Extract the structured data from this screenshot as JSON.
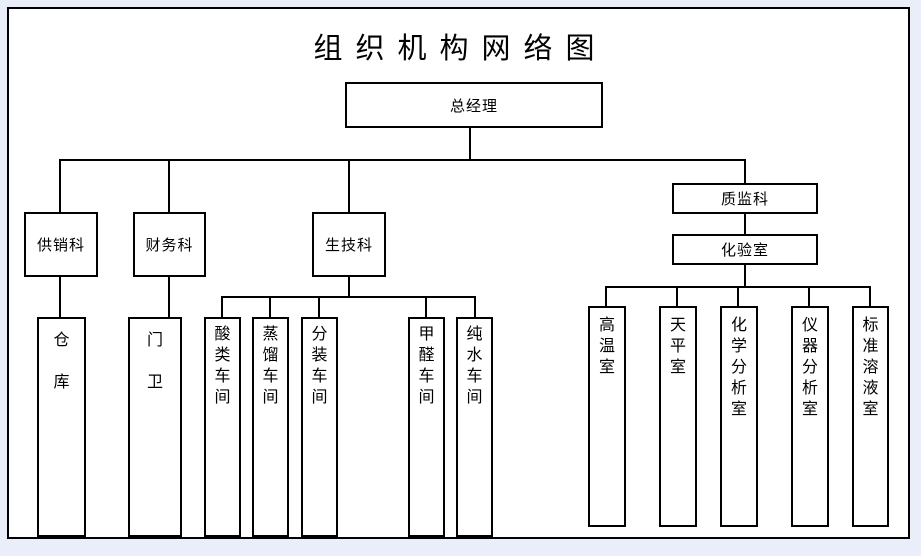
{
  "title": "组织机构网络图",
  "colors": {
    "page_background": "#e9eef8",
    "diagram_background": "#ffffff",
    "line_color": "#000000"
  },
  "nodes": {
    "ceo": {
      "label": "总经理"
    },
    "supply_dept": {
      "label": "供销科"
    },
    "finance_dept": {
      "label": "财务科"
    },
    "production_dept": {
      "label": "生技科"
    },
    "quality_dept": {
      "label": "质监科"
    },
    "lab": {
      "label": "化验室"
    },
    "warehouse": {
      "label": "仓库"
    },
    "gate_guard": {
      "label": "门卫"
    },
    "acid_workshop": {
      "label": "酸类车间"
    },
    "distillation_workshop": {
      "label": "蒸馏车间"
    },
    "packaging_workshop": {
      "label": "分装车间"
    },
    "formaldehyde_workshop": {
      "label": "甲醛车间"
    },
    "pure_water_workshop": {
      "label": "纯水车间"
    },
    "high_temperature_room": {
      "label": "高温室"
    },
    "balance_room": {
      "label": "天平室"
    },
    "chemical_analysis_room": {
      "label": "化学分析室"
    },
    "instrument_analysis_room": {
      "label": "仪器分析室"
    },
    "standard_solution_room": {
      "label": "标准溶液室"
    }
  },
  "edges": [
    [
      "ceo",
      "supply_dept"
    ],
    [
      "ceo",
      "finance_dept"
    ],
    [
      "ceo",
      "production_dept"
    ],
    [
      "ceo",
      "quality_dept"
    ],
    [
      "supply_dept",
      "warehouse"
    ],
    [
      "finance_dept",
      "gate_guard"
    ],
    [
      "production_dept",
      "acid_workshop"
    ],
    [
      "production_dept",
      "distillation_workshop"
    ],
    [
      "production_dept",
      "packaging_workshop"
    ],
    [
      "production_dept",
      "formaldehyde_workshop"
    ],
    [
      "production_dept",
      "pure_water_workshop"
    ],
    [
      "quality_dept",
      "lab"
    ],
    [
      "lab",
      "high_temperature_room"
    ],
    [
      "lab",
      "balance_room"
    ],
    [
      "lab",
      "chemical_analysis_room"
    ],
    [
      "lab",
      "instrument_analysis_room"
    ],
    [
      "lab",
      "standard_solution_room"
    ]
  ]
}
